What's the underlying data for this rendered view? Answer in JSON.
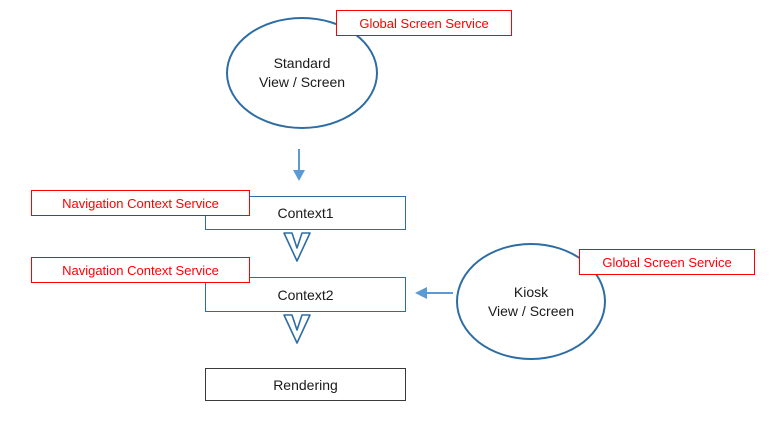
{
  "diagram": {
    "nodes": {
      "standard": {
        "line1": "Standard",
        "line2": "View / Screen"
      },
      "kiosk": {
        "line1": "Kiosk",
        "line2": "View / Screen"
      },
      "context1": "Context1",
      "context2": "Context2",
      "rendering": "Rendering"
    },
    "service_labels": {
      "global_top": "Global Screen Service",
      "global_right": "Global Screen Service",
      "nav_context_1": "Navigation Context Service",
      "nav_context_2": "Navigation Context Service"
    },
    "colors": {
      "node_stroke": "#2E6DA4",
      "label_border": "#FF0000",
      "label_text": "#FF0000",
      "arrow": "#5B9BD5",
      "rendering_stroke": "#3a3a3a"
    }
  }
}
